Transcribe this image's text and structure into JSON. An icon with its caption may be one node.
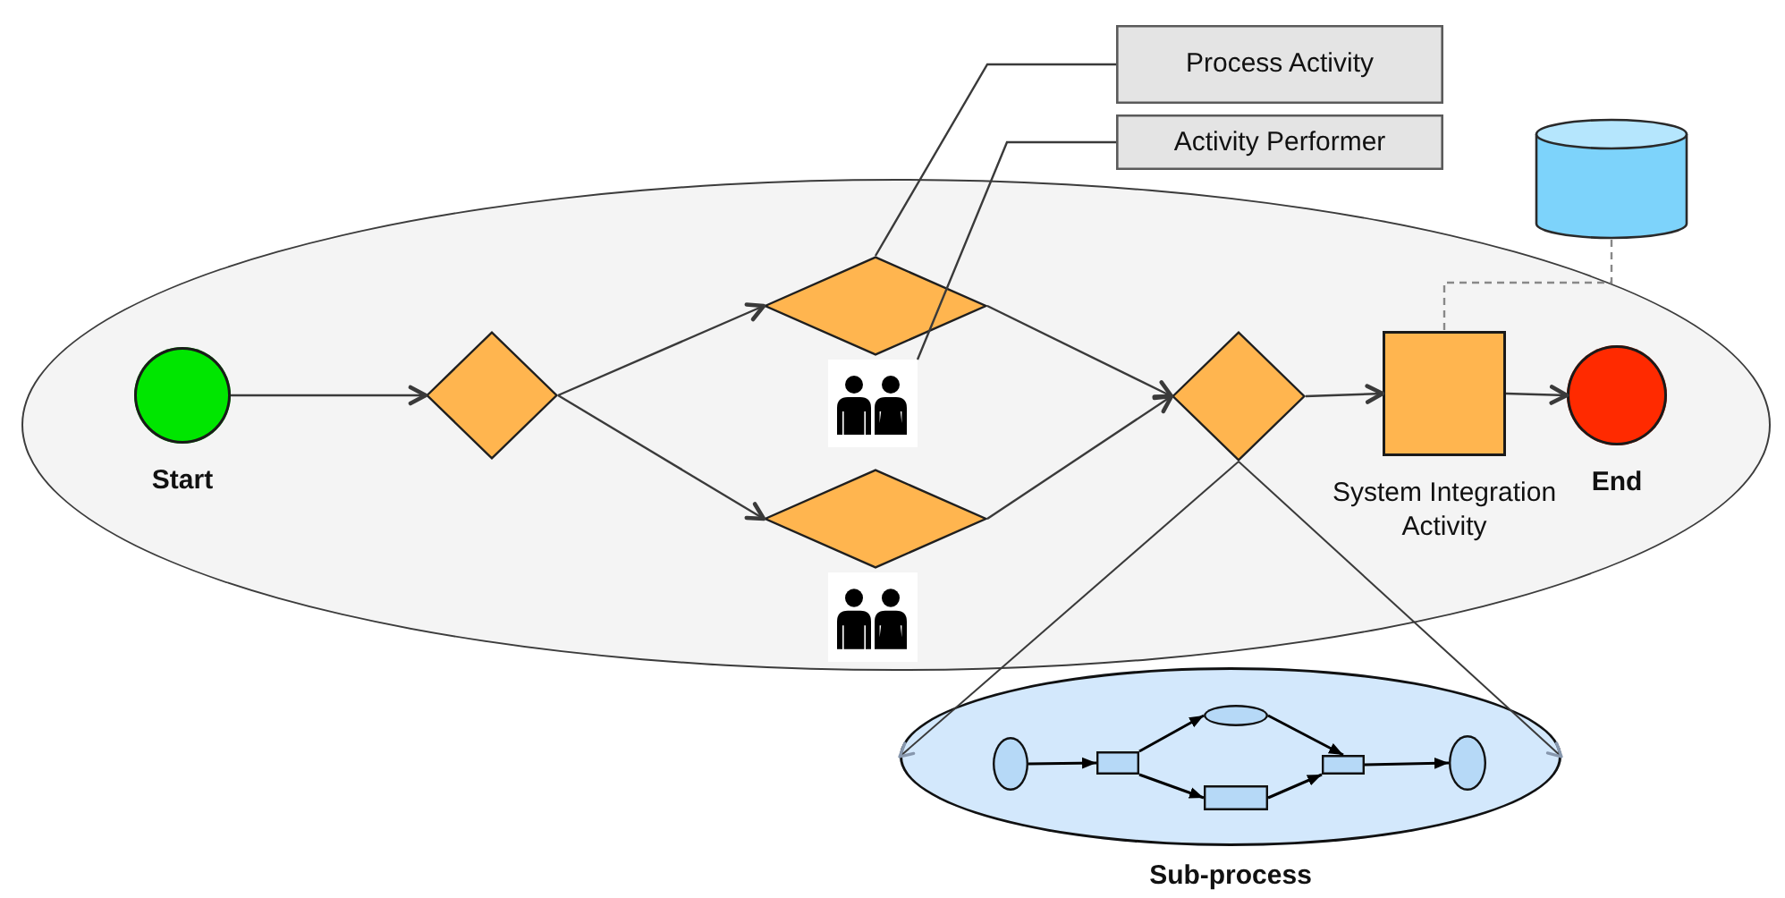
{
  "diagram": {
    "nodes": [
      {
        "text": [],
        "shape": "ellipse"
      },
      {
        "text": [
          "Start"
        ],
        "in": 0
      },
      {
        "text": [],
        "shape": "diamond",
        "in": 0
      },
      {
        "text": [],
        "shape": "diamond",
        "in": 0
      },
      {
        "text": [],
        "shape": "person",
        "in": 0
      },
      {
        "text": [],
        "shape": "diamond",
        "in": 0
      },
      {
        "text": [],
        "shape": "person",
        "in": 0
      },
      {
        "text": [],
        "shape": "diamond",
        "in": 0
      },
      {
        "text": [
          "System Integration Activity"
        ],
        "in": 0
      },
      {
        "text": [
          "End"
        ],
        "in": 0
      },
      {
        "text": [],
        "shape": "cylinder"
      },
      {
        "text": [
          "Process Activity"
        ]
      },
      {
        "text": [
          "Activity Performer"
        ]
      },
      {
        "text": [
          "Sub-process"
        ]
      },
      {
        "text": [],
        "shape": "ellipse",
        "in": 13
      },
      {
        "text": [],
        "shape": "box",
        "in": 13
      },
      {
        "text": [],
        "shape": "ellipse",
        "in": 13
      },
      {
        "text": [],
        "shape": "box",
        "in": 13
      },
      {
        "text": [],
        "shape": "box",
        "in": 13
      },
      {
        "text": [],
        "shape": "ellipse",
        "in": 13
      }
    ],
    "edges": [
      {
        "from": 1,
        "to": 2,
        "arrow": "to"
      },
      {
        "from": 2,
        "to": 3,
        "arrow": "to"
      },
      {
        "from": 2,
        "to": 5,
        "arrow": "to"
      },
      {
        "from": 3,
        "to": 7,
        "arrow": "to"
      },
      {
        "from": 5,
        "to": 7,
        "arrow": "to"
      },
      {
        "from": 7,
        "to": 8,
        "arrow": "to"
      },
      {
        "from": 8,
        "to": 9,
        "arrow": "to"
      },
      {
        "from": 10,
        "to": 8,
        "arrow": "none",
        "style": "dashed",
        "color": "#888888"
      },
      {
        "from": 11,
        "to": 3,
        "arrow": "none"
      },
      {
        "from": 12,
        "to": 4,
        "arrow": "none"
      },
      {
        "from": 7,
        "to": 13,
        "arrow": "to"
      },
      {
        "from": 7,
        "to": 13,
        "arrow": "to"
      },
      {
        "from": 14,
        "to": 15,
        "arrow": "to"
      },
      {
        "from": 15,
        "to": 16,
        "arrow": "to"
      },
      {
        "from": 15,
        "to": 17,
        "arrow": "to"
      },
      {
        "from": 16,
        "to": 18,
        "arrow": "to"
      },
      {
        "from": 17,
        "to": 18,
        "arrow": "to"
      },
      {
        "from": 18,
        "to": 19,
        "arrow": "to"
      }
    ]
  }
}
